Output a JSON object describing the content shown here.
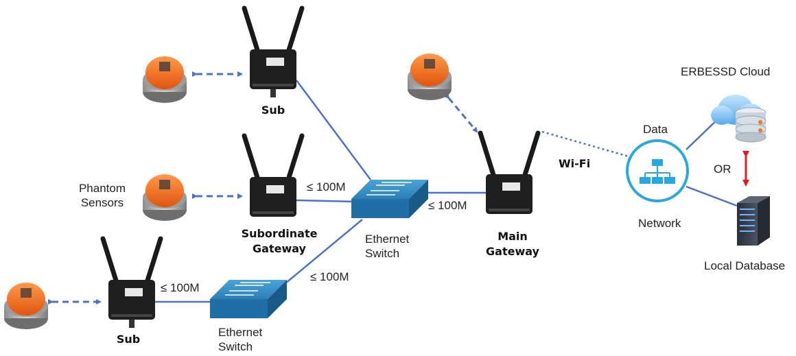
{
  "labels": {
    "sub_top": "Sub",
    "sub_bottom": "Sub",
    "subordinate_gateway": "Subordinate\nGateway",
    "main_gateway": "Main\nGateway",
    "phantom_sensors": "Phantom\nSensors",
    "ethernet_switch_center": "Ethernet\nSwitch",
    "ethernet_switch_bottom": "Ethernet\nSwitch",
    "link_sub_gw": "≤ 100M",
    "link_switch_main": "≤ 100M",
    "link_switch_switch": "≤ 100M",
    "link_bottom": "≤ 100M",
    "wifi": "Wi-Fi",
    "data": "Data",
    "network": "Network",
    "or": "OR",
    "cloud": "ERBESSD Cloud",
    "local_db": "Local Database"
  },
  "colors": {
    "link_blue": "#4a72c4",
    "sensor_orange": "#f26a1b",
    "switch_blue": "#2b7fb8",
    "network_ring": "#29a8e0",
    "arrow_red": "#e01b24",
    "device_dark": "#1f1f1f"
  }
}
